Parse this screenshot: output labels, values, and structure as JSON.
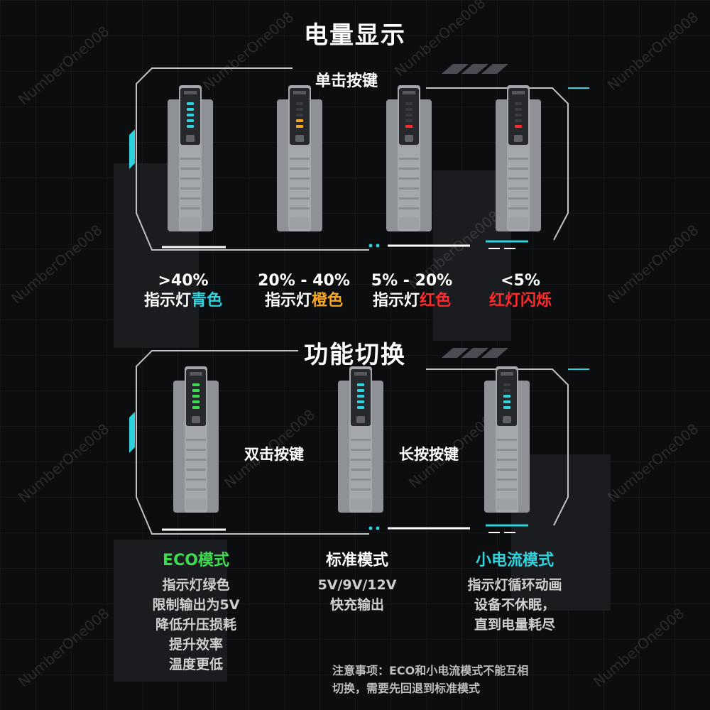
{
  "section1": {
    "title": "电量显示",
    "instruction": "单击按键",
    "levels": [
      {
        "range": ">40%",
        "text_prefix": "指示灯",
        "text_color_word": "青色",
        "color": "#2fd3dd"
      },
      {
        "range": "20% - 40%",
        "text_prefix": "指示灯",
        "text_color_word": "橙色",
        "color": "#f5a623"
      },
      {
        "range": "5% - 20%",
        "text_prefix": "指示灯",
        "text_color_word": "红色",
        "color": "#ff2a2a"
      },
      {
        "range": "<5%",
        "text_prefix": "",
        "text_color_word": "红灯闪烁",
        "color": "#ff2a2a"
      }
    ]
  },
  "section2": {
    "title": "功能切换",
    "action_double": "双击按键",
    "action_long": "长按按键",
    "modes": [
      {
        "name": "ECO模式",
        "color": "#3ddc50",
        "lines": [
          "指示灯绿色",
          "限制输出为5V",
          "降低升压损耗",
          "提升效率",
          "温度更低"
        ]
      },
      {
        "name": "标准模式",
        "color": "#ffffff",
        "lines": [
          "5V/9V/12V",
          "快充输出"
        ]
      },
      {
        "name": "小电流模式",
        "color": "#2fd3dd",
        "lines": [
          "指示灯循环动画",
          "设备不休眠，",
          "直到电量耗尽"
        ]
      }
    ]
  },
  "note": {
    "line1": "注意事项：ECO和小电流模式不能互相",
    "line2": "切换，需要先回退到标准模式"
  },
  "watermark": "NumberOne008",
  "colors": {
    "accent": "#2fd3dd",
    "frame": "#bfc3c7",
    "device": "#9a9ea2"
  }
}
